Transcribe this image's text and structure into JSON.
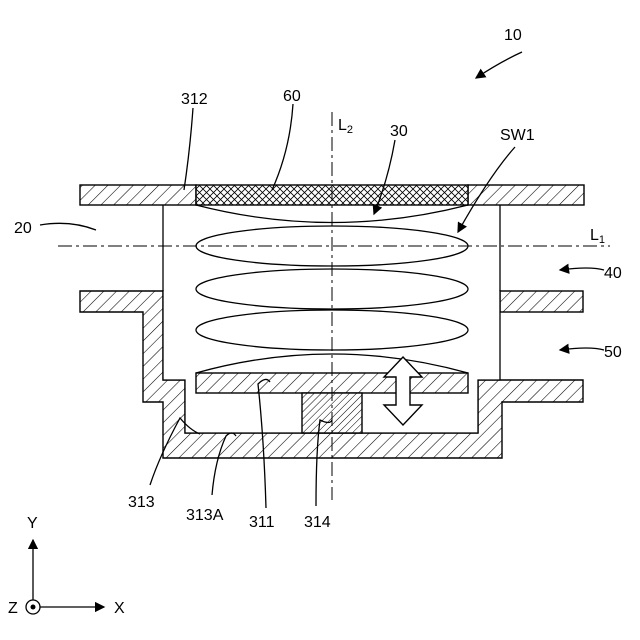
{
  "labels": {
    "ref_10": "10",
    "ref_60": "60",
    "ref_312": "312",
    "ref_30": "30",
    "ref_sw1": "SW1",
    "ref_20": "20",
    "ref_40": "40",
    "ref_50": "50",
    "ref_313": "313",
    "ref_313a": "313A",
    "ref_311": "311",
    "ref_314": "314",
    "axis_L2_main": "L",
    "axis_L2_sub": "2",
    "axis_L1_main": "L",
    "axis_L1_sub": "1"
  },
  "coordinate_axes": {
    "y": "Y",
    "x": "X",
    "z": "Z"
  },
  "spring_coils": 5,
  "colors": {
    "stroke": "#000000",
    "background": "#ffffff"
  }
}
